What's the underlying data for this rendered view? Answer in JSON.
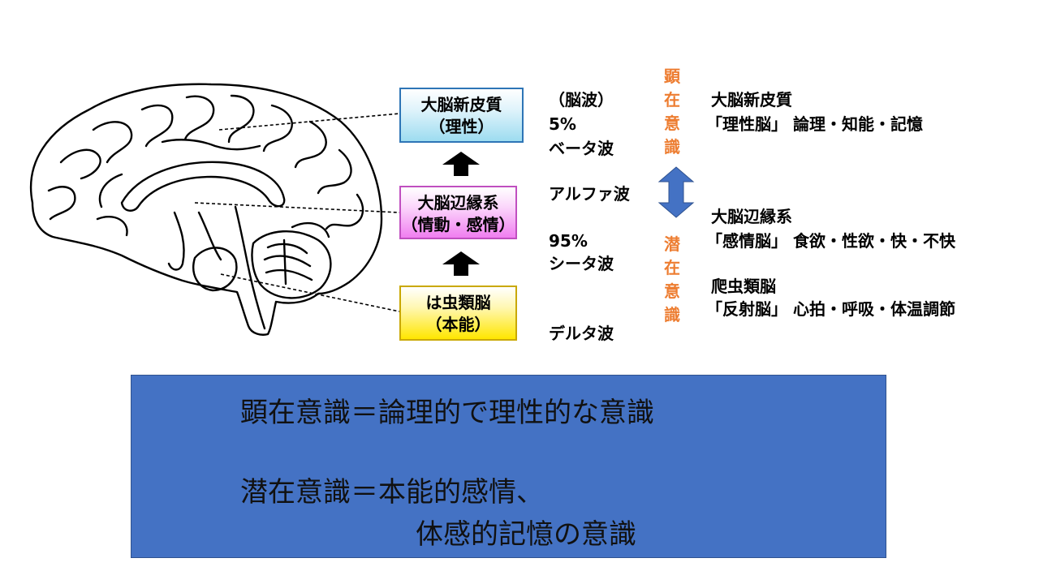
{
  "boxes": {
    "cortex": {
      "line1": "大脳新皮質",
      "line2": "（理性）"
    },
    "limbic": {
      "line1": "大脳辺縁系",
      "line2": "（情動・感情）"
    },
    "reptile": {
      "line1": "は虫類脳",
      "line2": "（本能）"
    }
  },
  "waves": {
    "header": "（脳波）",
    "pct_top": "5%",
    "beta": "ベータ波",
    "alpha": "アルファ波",
    "pct_bottom": "95%",
    "theta": "シータ波",
    "delta": "デルタ波"
  },
  "vertical_labels": {
    "conscious": [
      "顕",
      "在",
      "意",
      "識"
    ],
    "subconscious": [
      "潜",
      "在",
      "意",
      "識"
    ]
  },
  "descriptions": {
    "cortex_title": "大脳新皮質",
    "cortex_detail": "「理性脳」 論理・知能・記憶",
    "limbic_title": "大脳辺縁系",
    "limbic_detail": "「感情脳」 食欲・性欲・快・不快",
    "reptile_title": "爬虫類脳",
    "reptile_detail": "「反射脳」 心拍・呼吸・体温調節"
  },
  "summary": {
    "line1": "顕在意識＝論理的で理性的な意識",
    "line2": "潜在意識＝本能的感情、",
    "line3": "体感的記憶の意識"
  },
  "colors": {
    "accent_orange": "#ed7d31",
    "double_arrow": "#4472c4",
    "summary_bg": "#4472c4",
    "cortex_box": "#9ddcf0",
    "limbic_box": "#f07ef0",
    "reptile_box": "#ffe600"
  },
  "icons": [
    "brain-sagittal-illustration",
    "up-arrow-icon",
    "double-vertical-arrow-icon"
  ]
}
